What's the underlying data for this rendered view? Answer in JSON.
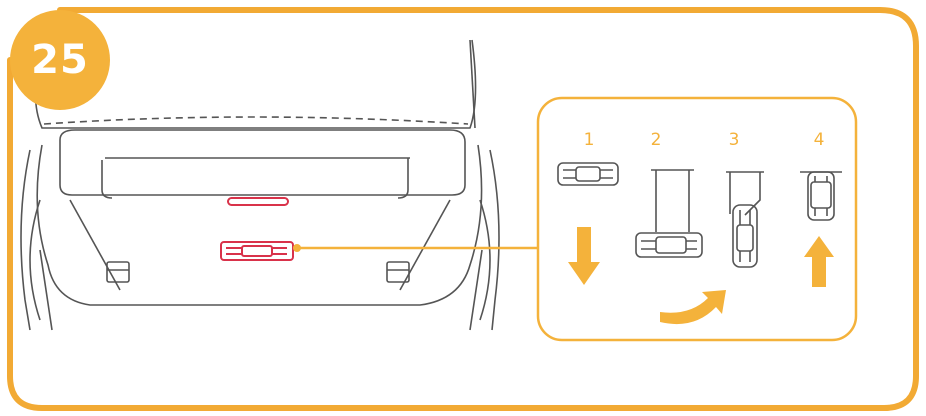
{
  "step_number": "25",
  "detail_steps": [
    "1",
    "2",
    "3",
    "4"
  ],
  "colors": {
    "accent": "#f4b23b",
    "frame": "#f2aa34",
    "highlight": "#d9324a",
    "line": "#555555"
  },
  "icons": {
    "step1_arrow": "arrow-down-icon",
    "step2_arrow": "curved-arrow-icon",
    "step4_arrow": "arrow-up-icon"
  }
}
